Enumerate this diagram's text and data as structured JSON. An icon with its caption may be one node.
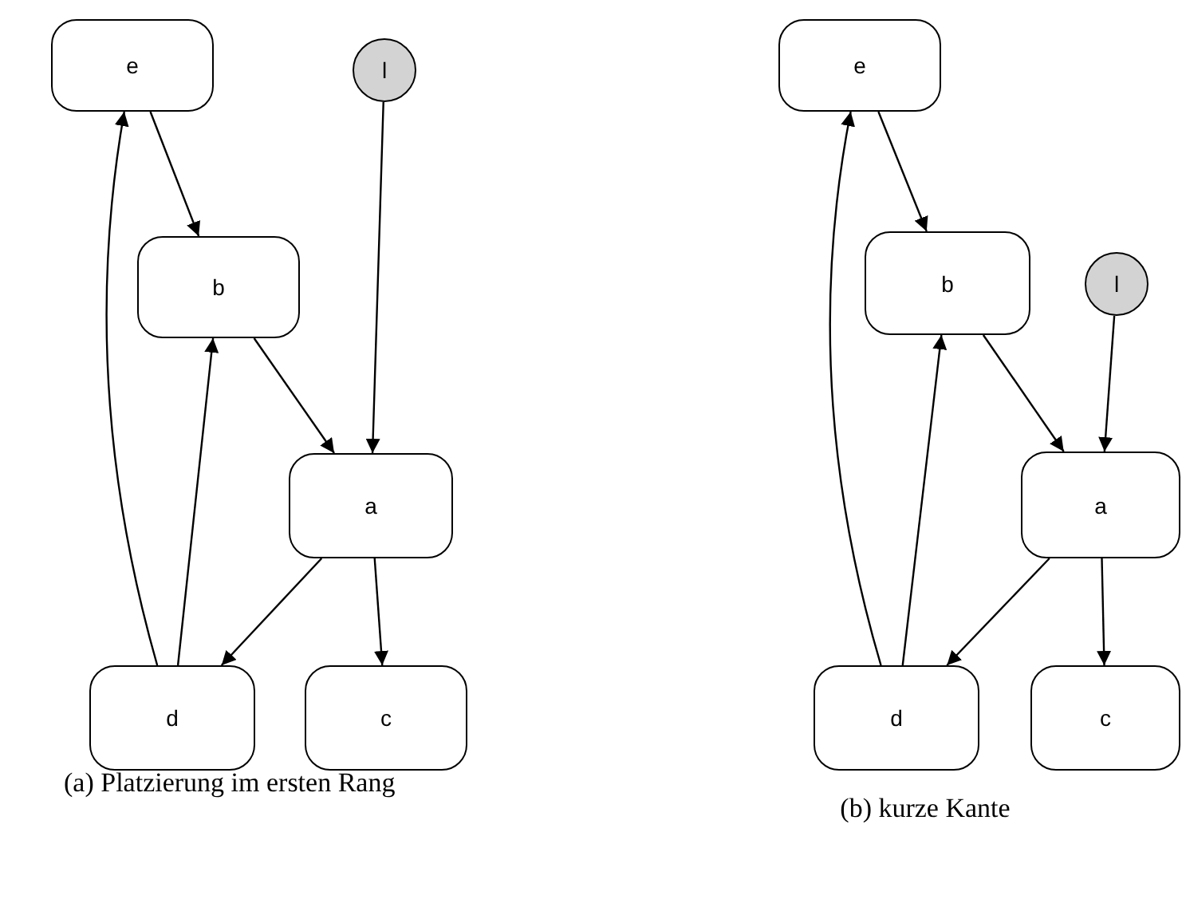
{
  "diagram": {
    "nodes": [
      {
        "text": [
          "e"
        ]
      },
      {
        "text": [
          "l"
        ]
      },
      {
        "text": [
          "b"
        ]
      },
      {
        "text": [
          "a"
        ]
      },
      {
        "text": [
          "d"
        ]
      },
      {
        "text": [
          "c"
        ]
      },
      {
        "text": [
          "e"
        ]
      },
      {
        "text": [
          "b"
        ]
      },
      {
        "text": [
          "l"
        ]
      },
      {
        "text": [
          "a"
        ]
      },
      {
        "text": [
          "d"
        ]
      },
      {
        "text": [
          "c"
        ]
      }
    ],
    "edges": [
      {
        "from": 0,
        "to": 2,
        "arrow": "to"
      },
      {
        "from": 1,
        "to": 3,
        "arrow": "to"
      },
      {
        "from": 2,
        "to": 3,
        "arrow": "to"
      },
      {
        "from": 3,
        "to": 4,
        "arrow": "to"
      },
      {
        "from": 3,
        "to": 5,
        "arrow": "to"
      },
      {
        "from": 4,
        "to": 0,
        "arrow": "to"
      },
      {
        "from": 4,
        "to": 2,
        "arrow": "to"
      },
      {
        "from": 6,
        "to": 7,
        "arrow": "to"
      },
      {
        "from": 8,
        "to": 9,
        "arrow": "to"
      },
      {
        "from": 7,
        "to": 9,
        "arrow": "to"
      },
      {
        "from": 9,
        "to": 10,
        "arrow": "to"
      },
      {
        "from": 9,
        "to": 11,
        "arrow": "to"
      },
      {
        "from": 10,
        "to": 6,
        "arrow": "to"
      },
      {
        "from": 10,
        "to": 7,
        "arrow": "to"
      }
    ],
    "labels": [
      "(a) Platzierung im ersten Rang",
      "(b) kurze Kante"
    ]
  }
}
